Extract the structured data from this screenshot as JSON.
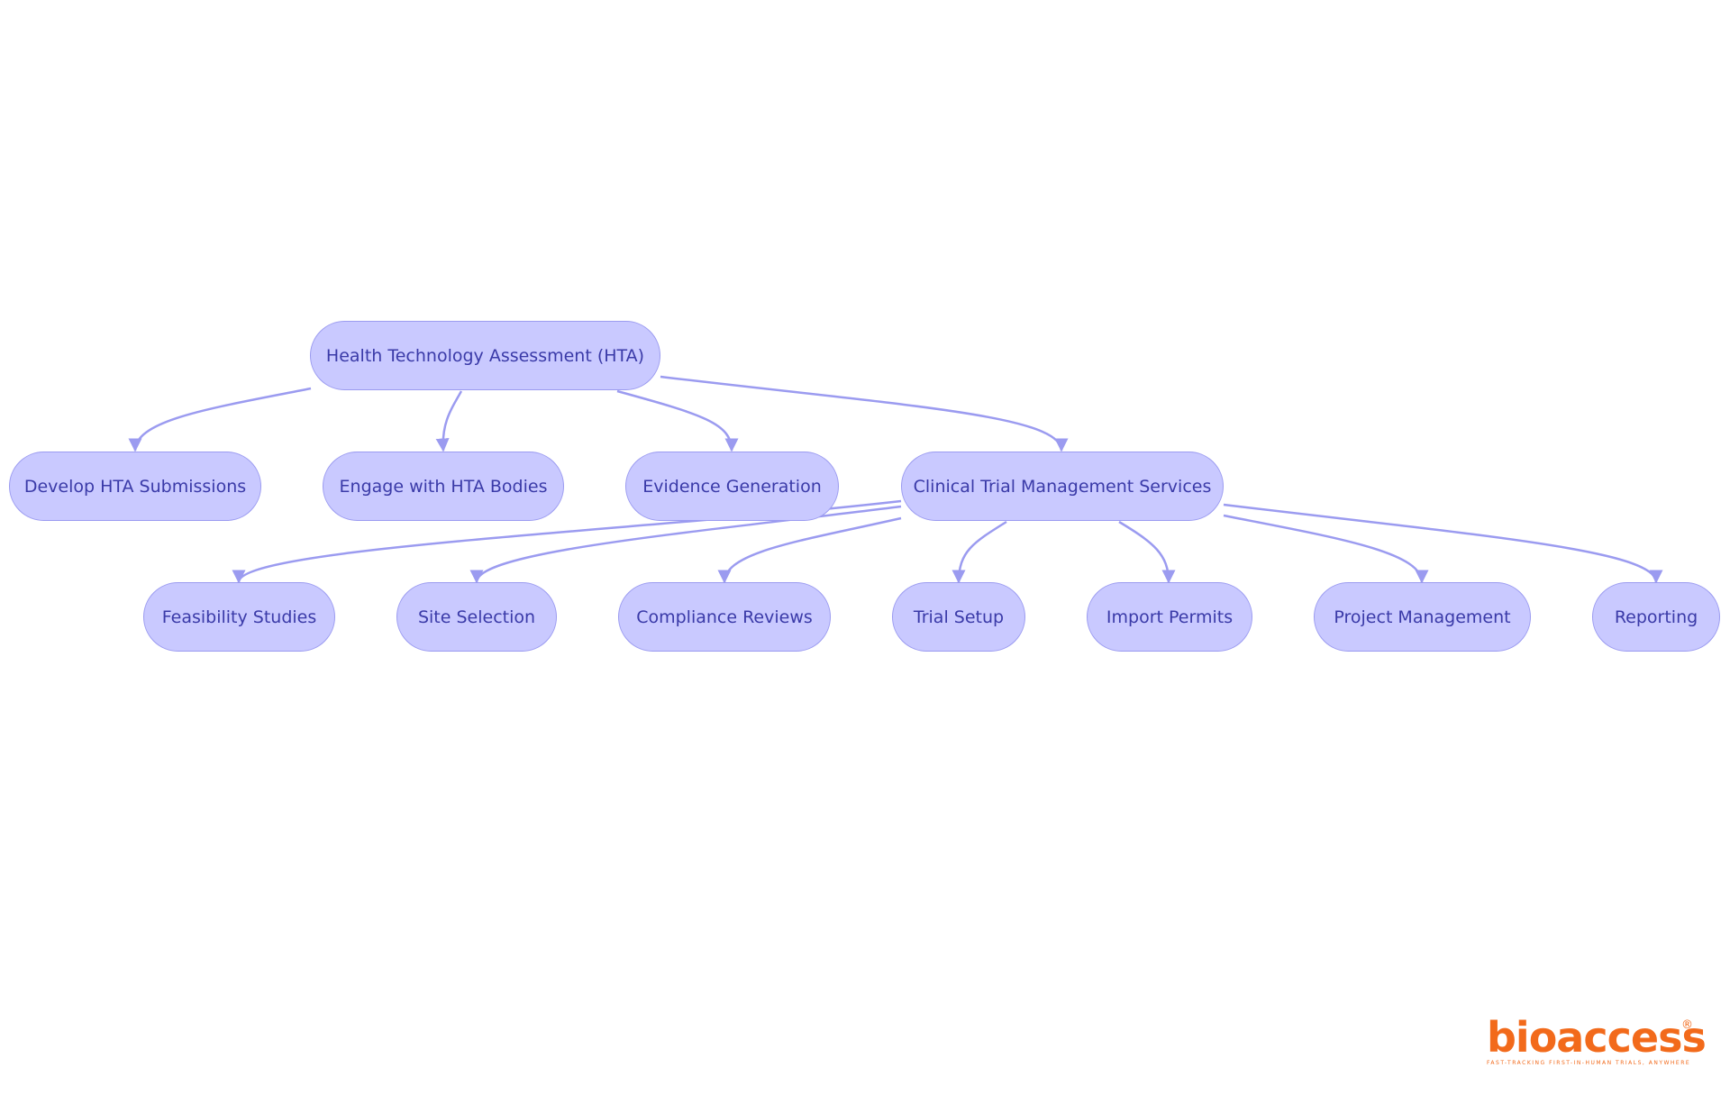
{
  "diagram": {
    "root": {
      "id": "hta",
      "label": "Health Technology Assessment (HTA)"
    },
    "level1": [
      {
        "id": "develop",
        "label": "Develop HTA Submissions"
      },
      {
        "id": "engage",
        "label": "Engage with HTA Bodies"
      },
      {
        "id": "evidence",
        "label": "Evidence Generation"
      },
      {
        "id": "ctms",
        "label": "Clinical Trial Management Services"
      }
    ],
    "level2": [
      {
        "id": "feasibility",
        "label": "Feasibility Studies"
      },
      {
        "id": "site",
        "label": "Site Selection"
      },
      {
        "id": "compliance",
        "label": "Compliance Reviews"
      },
      {
        "id": "setup",
        "label": "Trial Setup"
      },
      {
        "id": "import",
        "label": "Import Permits"
      },
      {
        "id": "project",
        "label": "Project Management"
      },
      {
        "id": "reporting",
        "label": "Reporting"
      }
    ],
    "edges": [
      {
        "from": "hta",
        "to": "develop"
      },
      {
        "from": "hta",
        "to": "engage"
      },
      {
        "from": "hta",
        "to": "evidence"
      },
      {
        "from": "hta",
        "to": "ctms"
      },
      {
        "from": "ctms",
        "to": "feasibility"
      },
      {
        "from": "ctms",
        "to": "site"
      },
      {
        "from": "ctms",
        "to": "compliance"
      },
      {
        "from": "ctms",
        "to": "setup"
      },
      {
        "from": "ctms",
        "to": "import"
      },
      {
        "from": "ctms",
        "to": "project"
      },
      {
        "from": "ctms",
        "to": "reporting"
      }
    ]
  },
  "colors": {
    "node_fill": "#c9c9ff",
    "node_border": "#9b9bf0",
    "node_text": "#3a3aa8",
    "edge": "#9b9bf0",
    "brand": "#f26a1b"
  },
  "logo": {
    "name": "bioaccess",
    "registered": "®",
    "tagline": "FAST-TRACKING FIRST-IN-HUMAN TRIALS, ANYWHERE"
  }
}
